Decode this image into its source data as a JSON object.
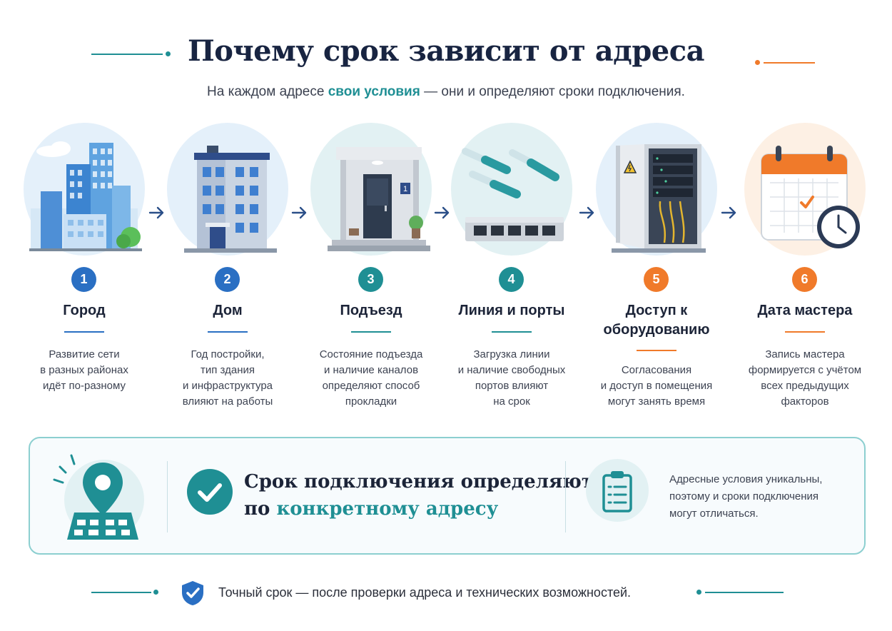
{
  "header": {
    "title": "Почему срок зависит от адреса",
    "subtitle_before": "На каждом адресе ",
    "subtitle_highlight": "свои условия",
    "subtitle_after": " — они и определяют сроки подключения."
  },
  "colors": {
    "teal": "#1f8f94",
    "blue": "#2a6fc3",
    "orange": "#f07a2a",
    "navy": "#182441"
  },
  "steps": [
    {
      "number": "1",
      "title": "Город",
      "description": "Развитие сети\nв разных районах\nидёт по-разному",
      "icon": "city-icon"
    },
    {
      "number": "2",
      "title": "Дом",
      "description": "Год постройки,\nтип здания\nи инфраструктура\nвлияют на работы",
      "icon": "building-icon"
    },
    {
      "number": "3",
      "title": "Подъезд",
      "description": "Состояние подъезда\nи наличие каналов\nопределяют способ\nпрокладки",
      "icon": "entrance-icon"
    },
    {
      "number": "4",
      "title": "Линия и порты",
      "description": "Загрузка линии\nи наличие свободных\nпортов влияют\nна срок",
      "icon": "network-switch-icon"
    },
    {
      "number": "5",
      "title": "Доступ к\nоборудованию",
      "description": "Согласования\nи доступ в помещения\nмогут занять время",
      "icon": "equipment-cabinet-icon"
    },
    {
      "number": "6",
      "title": "Дата мастера",
      "description": "Запись мастера\nформируется с учётом\nвсех предыдущих\nфакторов",
      "icon": "calendar-icon"
    }
  ],
  "info": {
    "main_line1": "Срок подключения определяют",
    "main_line2_prefix": "по ",
    "main_line2_accent": "конкретному адресу",
    "side_text": "Адресные условия уникальны,\nпоэтому и сроки подключения\nмогут отличаться."
  },
  "footer": {
    "text": "Точный срок — после проверки адреса и технических возможностей."
  }
}
